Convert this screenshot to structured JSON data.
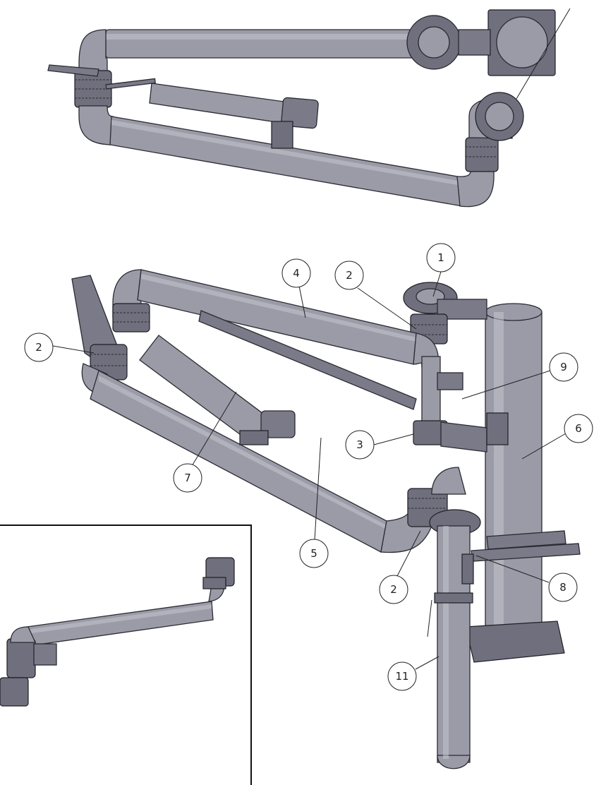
{
  "callouts": [
    {
      "label": "1"
    },
    {
      "label": "2"
    },
    {
      "label": "4"
    },
    {
      "label": "2"
    },
    {
      "label": "9"
    },
    {
      "label": "6"
    },
    {
      "label": "3"
    },
    {
      "label": "7"
    },
    {
      "label": "5"
    },
    {
      "label": "2"
    },
    {
      "label": "8"
    },
    {
      "label": "11"
    }
  ],
  "colors": {
    "steel": "#9b9ba8",
    "steel_dark": "#7a7a88",
    "outline": "#2b2b33"
  }
}
